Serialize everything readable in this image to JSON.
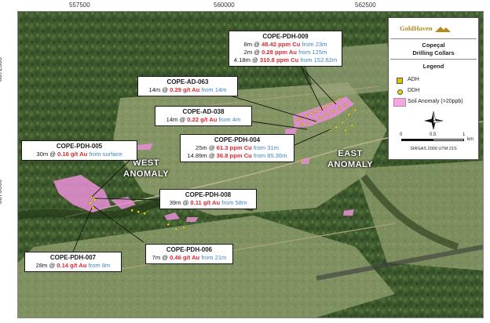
{
  "map": {
    "top_ticks": [
      "557500",
      "560000",
      "562500"
    ],
    "left_ticks": [
      "8872500",
      "8870000"
    ]
  },
  "legend": {
    "logo_text": "GoldHaven",
    "project": "Copeçal",
    "subtitle": "Drilling Collars",
    "heading": "Legend",
    "items": [
      {
        "label": "ADH",
        "icon": "adh-square-icon",
        "color": "#d9c400"
      },
      {
        "label": "DDH",
        "icon": "ddh-dot-icon",
        "color": "#e6d600"
      },
      {
        "label": "Soil Anomaly (>20ppb)",
        "icon": "soil-anomaly-swatch",
        "color": "#f2a8e0"
      }
    ],
    "scale_labels": [
      "0",
      "0.5",
      "1"
    ],
    "scale_unit": "km",
    "crs": "SIRGAS 2000 UTM 21S"
  },
  "regions": {
    "west_line1": "WEST",
    "west_line2": "ANOMALY",
    "east_line1": "EAST",
    "east_line2": "ANOMALY"
  },
  "callouts": {
    "pdh009": {
      "title": "COPE-PDH-009",
      "rows": [
        {
          "a": "8m @ ",
          "b": "48.42 ppm Cu",
          "c": " from 23m"
        },
        {
          "a": "2m @ ",
          "b": "0.28 ppm Au",
          "c": " from 125m"
        },
        {
          "a": "4.18m @ ",
          "b": "310.8 ppm Cu",
          "c": " from 152.62m"
        }
      ]
    },
    "ad063": {
      "title": "COPE-AD-063",
      "a": "14m @ ",
      "b": "0.29 g/t Au",
      "c": " from 14m"
    },
    "ad038": {
      "title": "COPE-AD-038",
      "a": "14m @ ",
      "b": "0.22 g/t Au",
      "c": " from 4m"
    },
    "pdh004": {
      "title": "COPE-PDH-004",
      "rows": [
        {
          "a": "25m @ ",
          "b": "61.3 ppm Cu",
          "c": " from 31m"
        },
        {
          "a": "14.89m @ ",
          "b": "36.8 ppm Cu",
          "c": " from 85.36m"
        }
      ]
    },
    "pdh005": {
      "title": "COPE-PDH-005",
      "a": "30m @ ",
      "b": "0.16 g/t Au",
      "c": " from surface"
    },
    "pdh008": {
      "title": "COPE-PDH-008",
      "a": "39m @ ",
      "b": "0.11 g/t Au",
      "c": " from 58m"
    },
    "pdh006": {
      "title": "COPE-PDH-006",
      "a": "7m @ ",
      "b": "0.46 g/t Au",
      "c": " from 21m"
    },
    "pdh007": {
      "title": "COPE-PDH-007",
      "a": "28m @ ",
      "b": "0.14 g/t Au",
      "c": " from 8m"
    }
  },
  "colors": {
    "highlight": "#e0262f",
    "from_text": "#3f86c6",
    "soil_anomaly": "#e98fd6",
    "collar": "#e8dc1a"
  }
}
